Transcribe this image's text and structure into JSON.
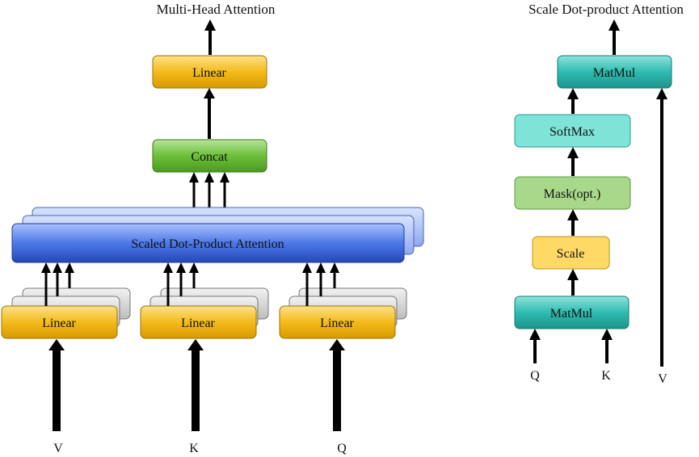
{
  "multi_head": {
    "title": "Multi-Head Attention",
    "linear_top": "Linear",
    "concat": "Concat",
    "sdpa": "Scaled Dot-Product Attention",
    "linear_v": "Linear",
    "linear_k": "Linear",
    "linear_q": "Linear",
    "input_v": "V",
    "input_k": "K",
    "input_q": "Q"
  },
  "scaled_dot": {
    "title": "Scale Dot-product Attention",
    "matmul_top": "MatMul",
    "softmax": "SoftMax",
    "mask": "Mask(opt.)",
    "scale": "Scale",
    "matmul_bottom": "MatMul",
    "input_q": "Q",
    "input_k": "K",
    "input_v": "V"
  },
  "colors": {
    "linear": "#f2b705",
    "concat": "#6cbf3a",
    "sdpa": "#3d68d8",
    "matmul": "#22b2a8",
    "softmax": "#6fe0d3",
    "mask": "#a8d98a",
    "scale": "#ffd966",
    "stack": "#cfcfcf"
  }
}
